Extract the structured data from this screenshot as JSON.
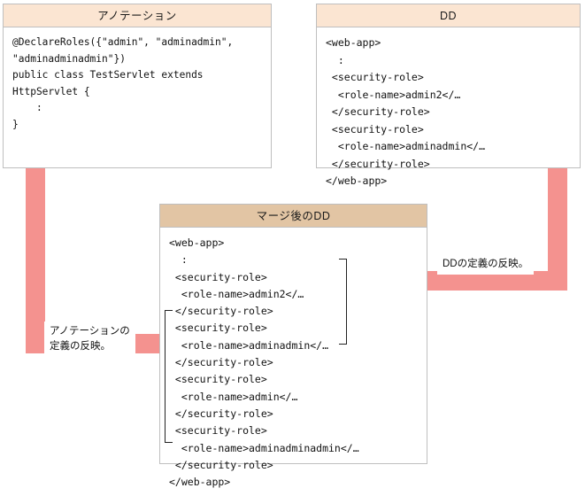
{
  "panels": {
    "annotation": {
      "title": "アノテーション",
      "code": "@DeclareRoles({\"admin\", \"adminadmin\",\n\"adminadminadmin\"})\npublic class TestServlet extends\nHttpServlet {\n    :\n}"
    },
    "dd": {
      "title": "DD",
      "code": "<web-app>\n  :\n <security-role>\n  <role-name>admin2</…\n </security-role>\n <security-role>\n  <role-name>adminadmin</…\n </security-role>\n</web-app>"
    },
    "merged": {
      "title": "マージ後のDD",
      "code": "<web-app>\n  :\n <security-role>\n  <role-name>admin2</…\n </security-role>\n <security-role>\n  <role-name>adminadmin</…\n </security-role>\n <security-role>\n  <role-name>admin</…\n </security-role>\n <security-role>\n  <role-name>adminadminadmin</…\n </security-role>\n</web-app>"
    }
  },
  "labels": {
    "annotation_reflect": "アノテーションの\n定義の反映。",
    "dd_reflect": "DDの定義の反映。"
  },
  "colors": {
    "header_light": "#fbe5d2",
    "header_dark": "#e2c5a4",
    "arrow_pink": "#f4928f",
    "panel_border": "#bfbfbf",
    "text": "#111111"
  }
}
